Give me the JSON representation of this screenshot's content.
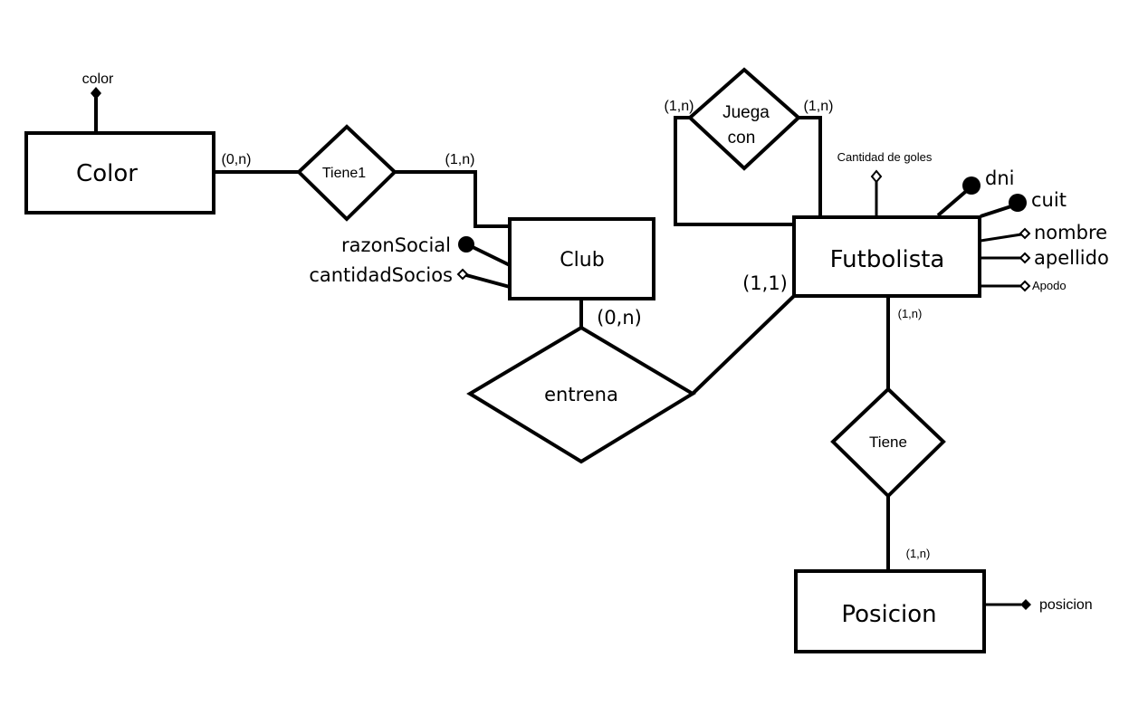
{
  "entities": {
    "color": "Color",
    "club": "Club",
    "futbolista": "Futbolista",
    "posicion": "Posicion"
  },
  "relationships": {
    "tiene1": "Tiene1",
    "juega_con_line1": "Juega",
    "juega_con_line2": "con",
    "entrena": "entrena",
    "tiene": "Tiene"
  },
  "attributes": {
    "color": "color",
    "razon_social": "razonSocial",
    "cantidad_socios": "cantidadSocios",
    "cantidad_de_goles": "Cantidad de goles",
    "dni": "dni",
    "cuit": "cuit",
    "nombre": "nombre",
    "apellido": "apellido",
    "apodo": "Apodo",
    "posicion": "posicion"
  },
  "cardinalities": {
    "color_tiene1": "(0,n)",
    "tiene1_club": "(1,n)",
    "juega_left": "(1,n)",
    "juega_right": "(1,n)",
    "club_entrena": "(0,n)",
    "futbolista_entrena": "(1,1)",
    "futbolista_tiene": "(1,n)",
    "posicion_tiene": "(1,n)"
  }
}
